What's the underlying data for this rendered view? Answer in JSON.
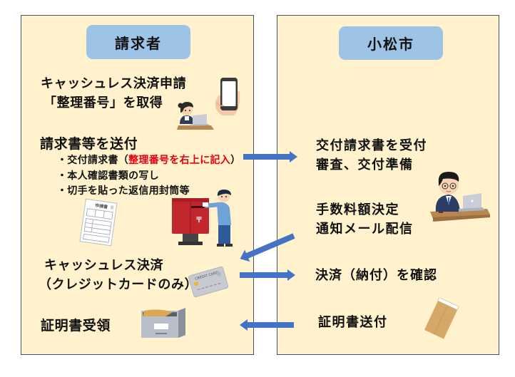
{
  "colors": {
    "panel_fill": "#FFF2CC",
    "panel_border": "#44546A",
    "label_fill": "#9DC3E6",
    "arrow": "#4472C4",
    "highlight_text": "#E60012",
    "text": "#111111"
  },
  "requester": {
    "title": "請求者",
    "step_apply": {
      "lines": [
        "キャッシュレス決済申請",
        "「整理番号」を取得"
      ],
      "icons": [
        "smartphone-in-hand-icon",
        "woman-at-laptop-icon"
      ]
    },
    "step_send": {
      "heading": "請求書等を送付",
      "bullets": [
        {
          "prefix": "・交付請求書（",
          "highlight": "整理番号を右上に記入",
          "suffix": "）"
        },
        {
          "text": "・本人確認書類の写し"
        },
        {
          "text": "・切手を貼った返信用封筒等"
        }
      ],
      "form_label": "申請書",
      "icons": [
        "application-form-icon",
        "red-postbox-icon",
        "boy-posting-letter-icon"
      ]
    },
    "step_pay": {
      "lines": [
        "キャッシュレス決済",
        "（クレジットカードのみ）"
      ],
      "card_text": "CREDIT CARD",
      "icons": [
        "credit-card-icon"
      ]
    },
    "step_receive": {
      "lines": [
        "証明書受領"
      ],
      "icons": [
        "mailbox-icon"
      ]
    }
  },
  "city": {
    "title": "小松市",
    "step_accept": {
      "lines": [
        "交付請求書を受付",
        "審査、交付準備"
      ],
      "icons": [
        "office-worker-at-laptop-icon"
      ]
    },
    "step_fee": {
      "lines": [
        "手数料額決定",
        "通知メール配信"
      ]
    },
    "step_confirm": {
      "lines": [
        "決済（納付）を確認"
      ]
    },
    "step_send": {
      "lines": [
        "証明書送付"
      ],
      "icons": [
        "envelope-icon"
      ]
    }
  },
  "arrows": [
    {
      "name": "send-documents-arrow",
      "from": "requester",
      "to": "city",
      "direction": "right"
    },
    {
      "name": "fee-notice-arrow",
      "from": "city",
      "to": "requester",
      "direction": "down-left"
    },
    {
      "name": "payment-arrow",
      "from": "requester",
      "to": "city",
      "direction": "right"
    },
    {
      "name": "certificate-delivery-arrow",
      "from": "city",
      "to": "requester",
      "direction": "left"
    }
  ]
}
